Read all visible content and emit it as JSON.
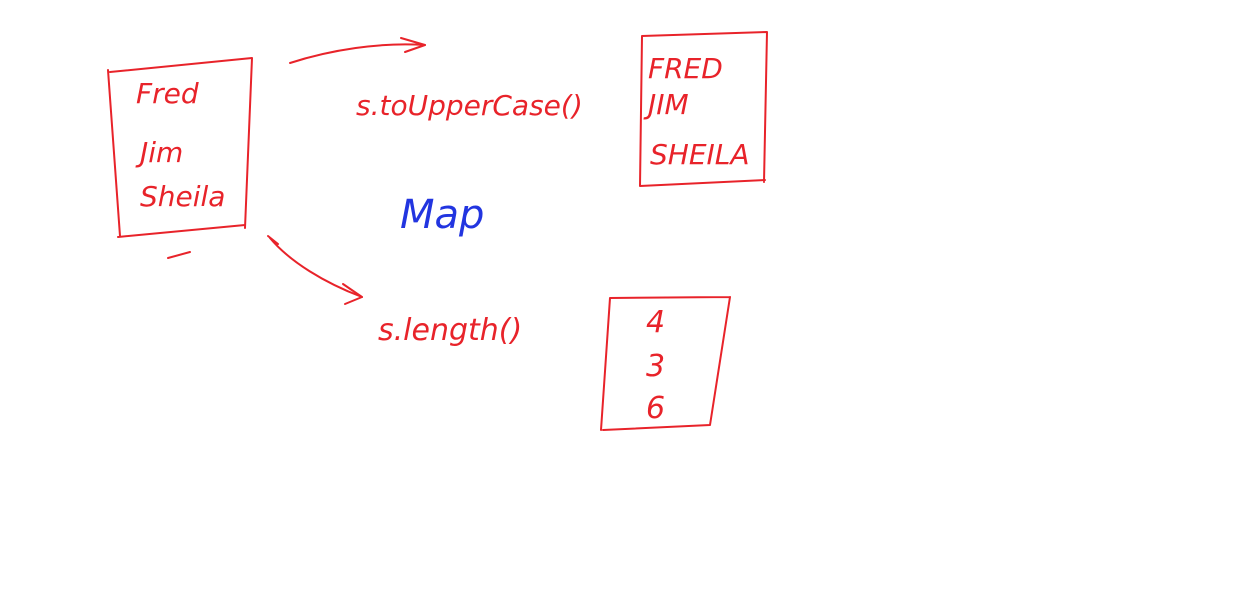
{
  "colors": {
    "red_ink": "#e8232a",
    "blue_ink": "#2235e0",
    "background": "#ffffff"
  },
  "input_box": {
    "items": [
      "Fred",
      "Jim",
      "Sheila"
    ]
  },
  "upper_branch": {
    "operation": "s.toUpperCase()",
    "results": [
      "FRED",
      "JIM",
      "SHEILA"
    ]
  },
  "lower_branch": {
    "operation": "s.length()",
    "results": [
      "4",
      "3",
      "6"
    ]
  },
  "center_label": "Map"
}
